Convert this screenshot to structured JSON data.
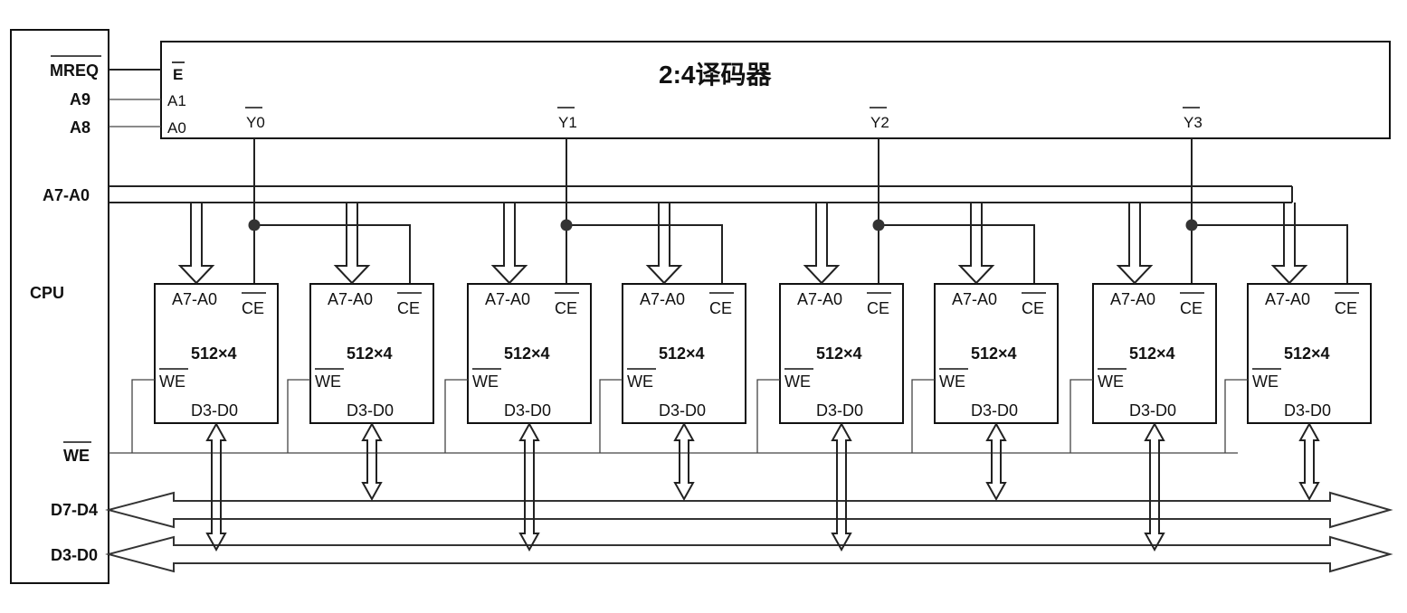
{
  "cpu": {
    "label": "CPU",
    "signals": {
      "mreq": "MREQ",
      "a9": "A9",
      "a8": "A8",
      "addr_low": "A7-A0",
      "we": "WE",
      "data_high": "D7-D4",
      "data_low": "D3-D0"
    }
  },
  "decoder": {
    "title": "2:4译码器",
    "enable": "E",
    "in1": "A1",
    "in0": "A0",
    "outputs": [
      "Y0",
      "Y1",
      "Y2",
      "Y3"
    ]
  },
  "chips": [
    {
      "addr": "A7-A0",
      "ce": "CE",
      "size": "512×4",
      "we": "WE",
      "data": "D3-D0"
    },
    {
      "addr": "A7-A0",
      "ce": "CE",
      "size": "512×4",
      "we": "WE",
      "data": "D3-D0"
    },
    {
      "addr": "A7-A0",
      "ce": "CE",
      "size": "512×4",
      "we": "WE",
      "data": "D3-D0"
    },
    {
      "addr": "A7-A0",
      "ce": "CE",
      "size": "512×4",
      "we": "WE",
      "data": "D3-D0"
    },
    {
      "addr": "A7-A0",
      "ce": "CE",
      "size": "512×4",
      "we": "WE",
      "data": "D3-D0"
    },
    {
      "addr": "A7-A0",
      "ce": "CE",
      "size": "512×4",
      "we": "WE",
      "data": "D3-D0"
    },
    {
      "addr": "A7-A0",
      "ce": "CE",
      "size": "512×4",
      "we": "WE",
      "data": "D3-D0"
    },
    {
      "addr": "A7-A0",
      "ce": "CE",
      "size": "512×4",
      "we": "WE",
      "data": "D3-D0"
    }
  ]
}
